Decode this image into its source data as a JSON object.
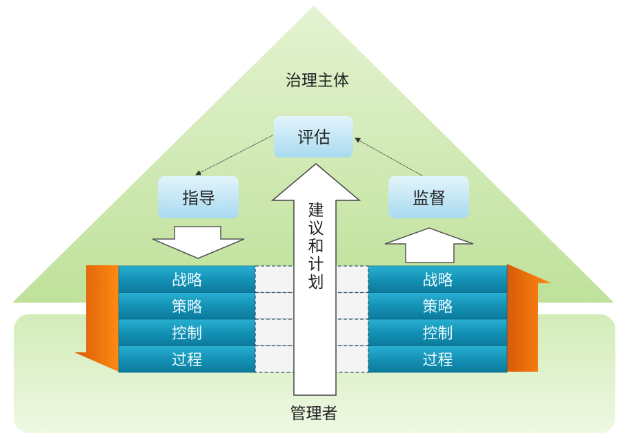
{
  "title": "治理主体",
  "bottom_label": "管理者",
  "nodes": {
    "evaluate": "评估",
    "direct": "指导",
    "monitor": "监督"
  },
  "center_arrow_label": [
    "建",
    "议",
    "和",
    "计",
    "划"
  ],
  "left_rows": [
    "战略",
    "策略",
    "控制",
    "过程"
  ],
  "right_rows": [
    "战略",
    "策略",
    "控制",
    "过程"
  ],
  "colors": {
    "triangle": "#c8e6a0",
    "base": "#e2f2cf",
    "row": "#1a96b8",
    "node": "#bfe4f4",
    "orange": "#f07a10"
  }
}
